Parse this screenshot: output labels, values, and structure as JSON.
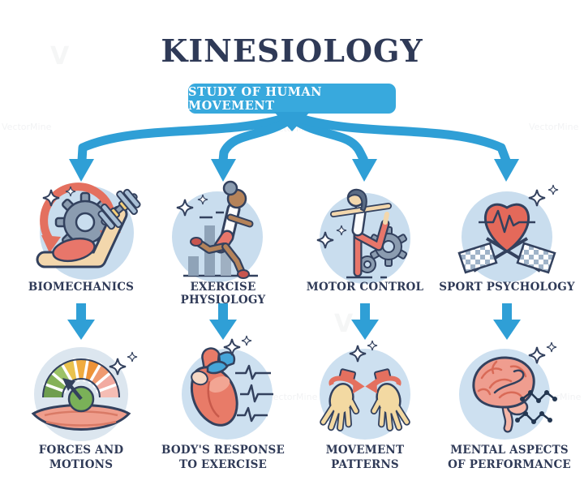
{
  "title": "KINESIOLOGY",
  "banner": {
    "label": "STUDY OF HUMAN MOVEMENT"
  },
  "watermark": {
    "text": "VectorMine",
    "logo_glyph": "V"
  },
  "colors": {
    "title_navy": "#2f3a57",
    "outline_navy": "#33415e",
    "accent_blue": "#38a9dd",
    "arrow_blue": "#2f9fd6",
    "icon_circle_blue": "#c9ddee",
    "salmon_red": "#e4705f",
    "heart_red": "#e4695a",
    "skin_light": "#f3d7ac",
    "skin_dark": "#b5835a",
    "gear_gray": "#8b9cb0"
  },
  "columns": [
    {
      "top": {
        "label": "BIOMECHANICS",
        "icon": "arm-gear-dumbbell"
      },
      "bottom": {
        "line1": "FORCES AND",
        "line2": "MOTIONS",
        "icon": "force-gauge-muscle"
      }
    },
    {
      "top": {
        "label": "EXERCISE PHYSIOLOGY",
        "icon": "runner-bar-chart"
      },
      "bottom": {
        "line1": "BODY'S RESPONSE",
        "line2": "TO EXERCISE",
        "icon": "anatomical-heart-ecg"
      }
    },
    {
      "top": {
        "label": "MOTOR CONTROL",
        "icon": "dancer-gears"
      },
      "bottom": {
        "line1": "MOVEMENT",
        "line2": "PATTERNS",
        "icon": "hands-rotation-arrows"
      }
    },
    {
      "top": {
        "label": "SPORT PSYCHOLOGY",
        "icon": "heart-racing-flags"
      },
      "bottom": {
        "line1": "MENTAL ASPECTS",
        "line2": "OF PERFORMANCE",
        "icon": "brain-performance-chart"
      }
    }
  ]
}
